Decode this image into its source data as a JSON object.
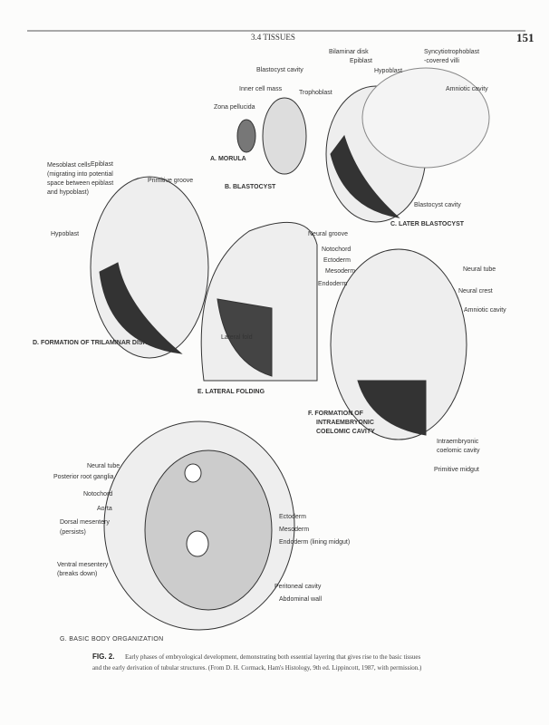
{
  "header": {
    "section": "3.4  TISSUES",
    "page_number": "151"
  },
  "labels": {
    "bilaminar_disk": "Bilaminar disk",
    "epiblast_c": "Epiblast",
    "hypoblast_c": "Hypoblast",
    "syncytio_1": "Syncytiotrophoblast",
    "syncytio_2": "-covered villi",
    "blastocyst_cavity_b": "Blastocyst cavity",
    "inner_cell_mass": "Inner cell mass",
    "trophoblast": "Trophoblast",
    "amniotic_cavity_c": "Amniotic cavity",
    "zona_pellucida": "Zona pellucida",
    "a": "A. MORULA",
    "b": "B. BLASTOCYST",
    "blastocyst_cavity_c": "Blastocyst cavity",
    "c": "C. LATER BLASTOCYST",
    "mesoblast_1": "Mesoblast cells",
    "mesoblast_2": "(migrating into potential",
    "mesoblast_3": "space between epiblast",
    "mesoblast_4": "and hypoblast)",
    "epiblast_d": "Epiblast",
    "primitive_groove": "Primitive groove",
    "hypoblast_d": "Hypoblast",
    "d": "D. FORMATION OF TRILAMINAR DISK",
    "neural_groove": "Neural groove",
    "notochord_e": "Notochord",
    "ectoderm_e": "Ectoderm",
    "mesoderm_e": "Mesoderm",
    "endoderm_e": "Endoderm",
    "lateral_fold": "Lateral fold",
    "e": "E. LATERAL FOLDING",
    "neural_tube_f": "Neural tube",
    "neural_crest": "Neural crest",
    "amniotic_cavity_f": "Amniotic cavity",
    "f_1": "F. FORMATION OF",
    "f_2": "INTRAEMBRYONIC",
    "f_3": "COELOMIC CAVITY",
    "ic_1": "Intraembryonic",
    "ic_2": "coelomic cavity",
    "primitive_midgut": "Primitive midgut",
    "neural_tube_g": "Neural tube",
    "posterior_root": "Posterior root ganglia",
    "notochord_g": "Notochord",
    "aorta": "Aorta",
    "dorsal_1": "Dorsal mesentery",
    "dorsal_2": "(persists)",
    "ectoderm_g": "Ectoderm",
    "mesoderm_g": "Mesoderm",
    "endoderm_g": "Endoderm (lining midgut)",
    "ventral_1": "Ventral mesentery",
    "ventral_2": "(breaks down)",
    "peritoneal": "Peritoneal cavity",
    "abdominal": "Abdominal wall",
    "g": "G. BASIC BODY ORGANIZATION"
  },
  "caption": {
    "label": "FIG. 2.",
    "line1": "Early phases of embryological development, demonstrating both essential layering that gives rise to the basic tissues",
    "line2": "and the early derivation of tubular structures. (From D. H. Cormack, Ham's Histology, 9th ed. Lippincott, 1987, with permission.)"
  }
}
